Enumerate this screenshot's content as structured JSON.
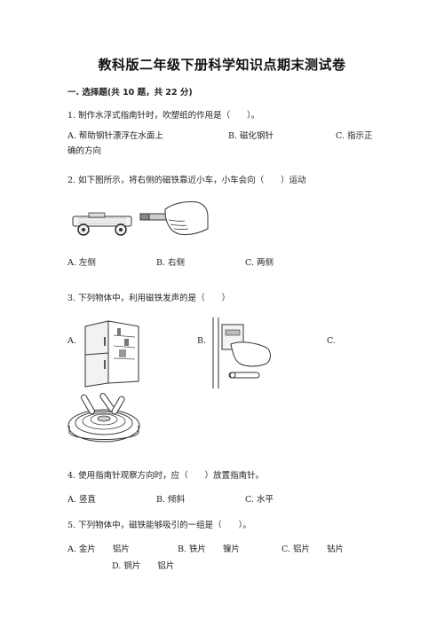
{
  "title": "教科版二年级下册科学知识点期末测试卷",
  "section1": "一. 选择题(共 10 题，共 22 分)",
  "q1": {
    "stem": "1. 制作水浮式指南针时，吹塑纸的作用是（　　）。",
    "a": "A. 帮助钢针漂浮在水面上",
    "b": "B. 磁化钢针",
    "c": "C. 指示正",
    "c_cont": "确的方向"
  },
  "q2": {
    "stem": "2. 如下图所示，将右侧的磁铁靠近小车，小车会向（　　）运动",
    "a": "A. 左侧",
    "b": "B. 右侧",
    "c": "C. 两侧"
  },
  "q3": {
    "stem": "3. 下列物体中，利用磁铁发声的是（　　）",
    "a": "A.",
    "b": "B.",
    "c": "C."
  },
  "q4": {
    "stem": "4. 使用指南针观察方向时，应（　　）放置指南针。",
    "a": "A. 竖直",
    "b": "B. 倾斜",
    "c": "C. 水平"
  },
  "q5": {
    "stem": "5. 下列物体中，磁铁能够吸引的一组是（　　）。",
    "a": "A. 金片　　铝片",
    "b": "B. 铁片　　镍片",
    "c": "C. 铝片　　钴片",
    "d": "D. 铜片　　铝片"
  }
}
